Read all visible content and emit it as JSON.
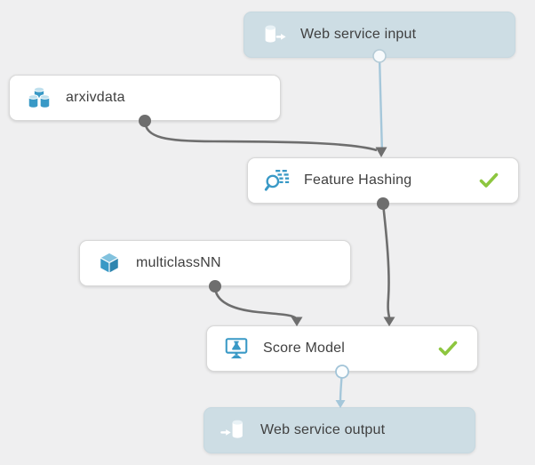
{
  "canvas": {
    "description": "Machine learning experiment pipeline canvas",
    "colors": {
      "canvas_background": "#efeff0",
      "node_white_background": "#ffffff",
      "node_blue_background": "#cddde4",
      "icon_blue": "#3999c6",
      "edge_gray": "#6e6e6e",
      "edge_blue": "#a5c7da",
      "status_check_green": "#8dc63f",
      "label_text": "#404040"
    }
  },
  "nodes": [
    {
      "id": "web-service-input",
      "label": "Web service input",
      "icon": "cylinder-arrow-out-icon",
      "variant": "blue",
      "status": null
    },
    {
      "id": "arxivdata",
      "label": "arxivdata",
      "icon": "dataset-cylinders-icon",
      "variant": "white",
      "status": null
    },
    {
      "id": "feature-hashing",
      "label": "Feature Hashing",
      "icon": "feature-hashing-magnifier-icon",
      "variant": "white",
      "status": "completed"
    },
    {
      "id": "multiclassNN",
      "label": "multiclassNN",
      "icon": "model-cube-icon",
      "variant": "white",
      "status": null
    },
    {
      "id": "score-model",
      "label": "Score Model",
      "icon": "score-model-monitor-icon",
      "variant": "white",
      "status": "completed"
    },
    {
      "id": "web-service-output",
      "label": "Web service output",
      "icon": "cylinder-arrow-in-icon",
      "variant": "blue",
      "status": null
    }
  ],
  "edges": [
    {
      "from": "web-service-input",
      "to": "feature-hashing",
      "to_port": "input",
      "style": "blue"
    },
    {
      "from": "arxivdata",
      "to": "feature-hashing",
      "to_port": "input",
      "style": "gray"
    },
    {
      "from": "feature-hashing",
      "to": "score-model",
      "to_port": "dataset",
      "style": "gray"
    },
    {
      "from": "multiclassNN",
      "to": "score-model",
      "to_port": "trained-model",
      "style": "gray"
    },
    {
      "from": "score-model",
      "to": "web-service-output",
      "to_port": "input",
      "style": "blue"
    }
  ]
}
